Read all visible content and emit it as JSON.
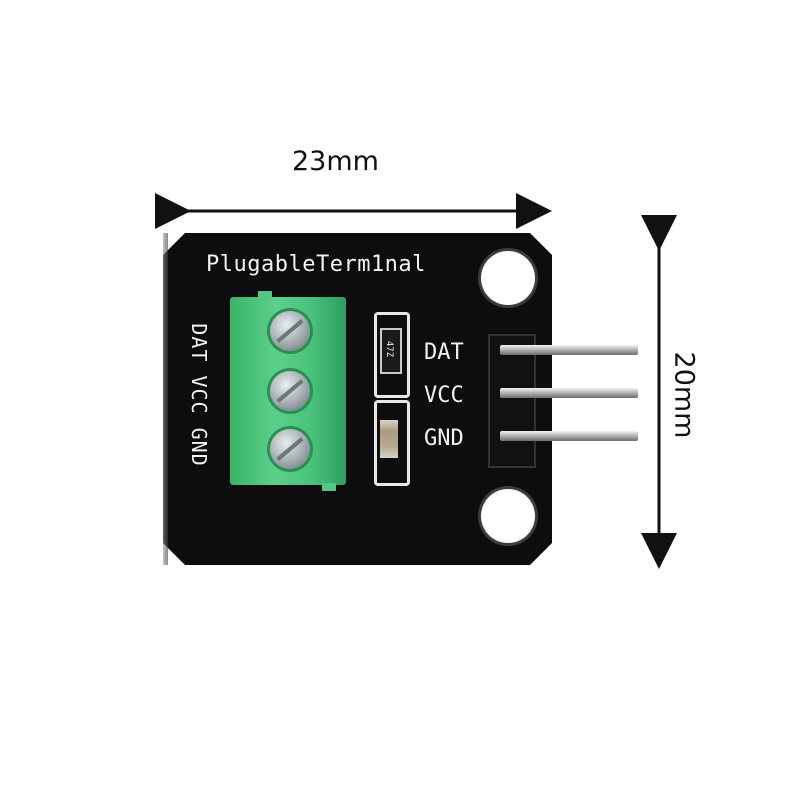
{
  "dimensions": {
    "width_label": "23mm",
    "height_label": "20mm"
  },
  "board": {
    "title": "PlugableTerm1nal",
    "pin_labels": [
      "DAT",
      "VCC",
      "GND"
    ],
    "terminal_labels": "DAT VCC GND",
    "resistor_code": "47Z"
  },
  "colors": {
    "board": "#0d0d0f",
    "terminal": "#4ec47f",
    "silkscreen": "#f2f2f2"
  }
}
